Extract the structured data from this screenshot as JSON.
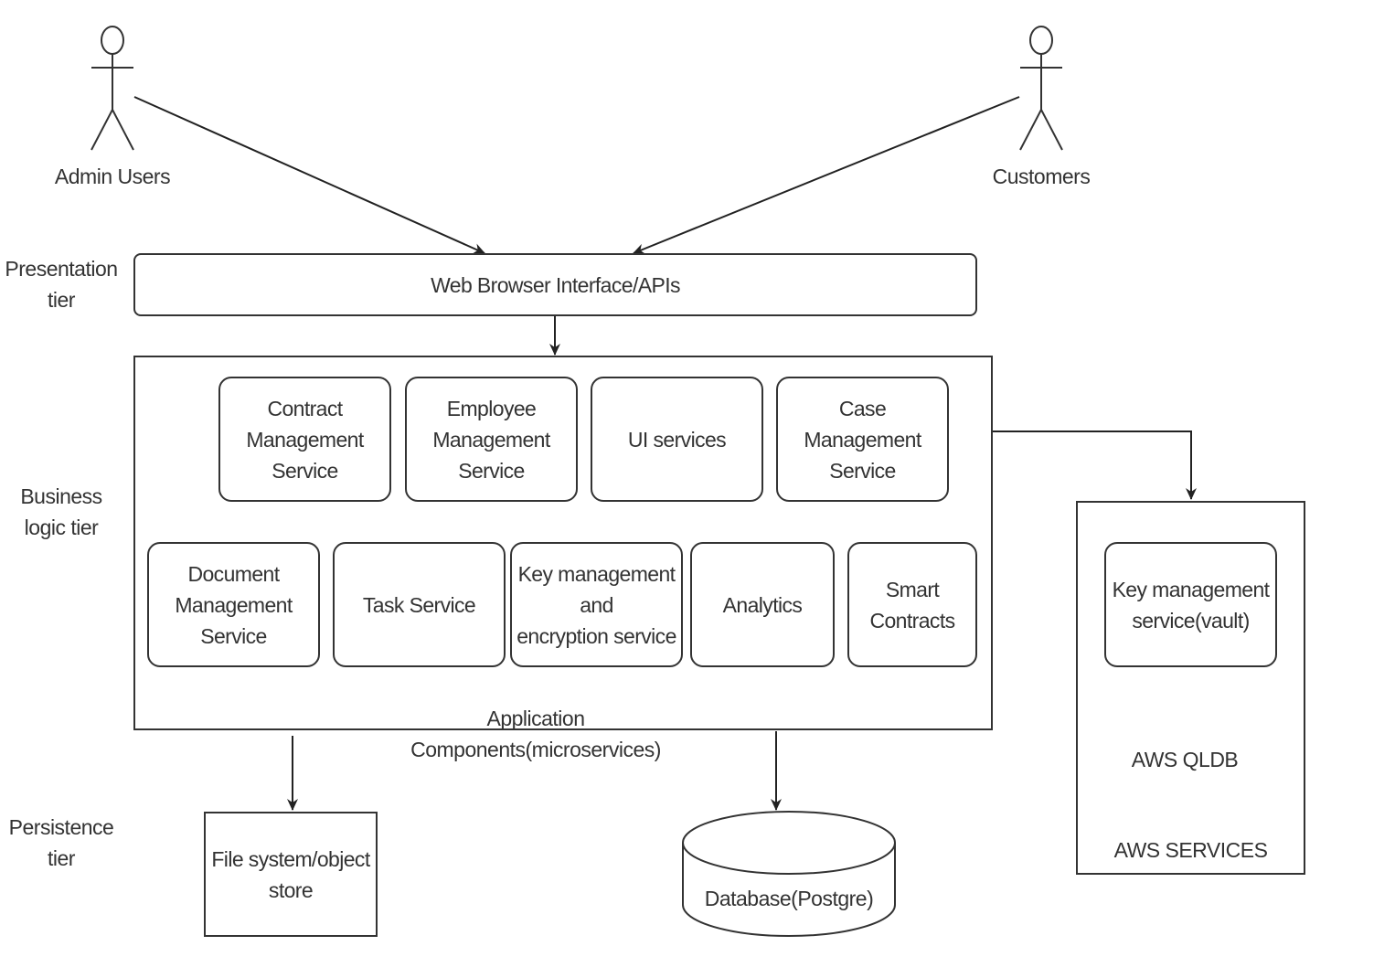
{
  "actors": {
    "admin": "Admin Users",
    "customers": "Customers"
  },
  "tiers": {
    "presentation": "Presentation\ntier",
    "business": "Business\nlogic tier",
    "persistence": "Persistence\ntier"
  },
  "presentation_box": "Web Browser Interface/APIs",
  "app_components": {
    "caption": "Application Components(microservices)",
    "row1": [
      "Contract\nManagement Service",
      "Employee\nManagement Service",
      "UI services",
      "Case Management\nService"
    ],
    "row2": [
      "Document\nManagement Service",
      "Task Service",
      "Key management and\nencryption service",
      "Analytics",
      "Smart Contracts"
    ]
  },
  "aws": {
    "caption": "AWS SERVICES",
    "kms": "Key management\nservice(vault)",
    "qldb": "AWS QLDB"
  },
  "persistence": {
    "filestore": "File system/object\nstore",
    "database": "Database(Postgre)"
  },
  "colors": {
    "stroke": "#333333",
    "background": "#ffffff"
  }
}
